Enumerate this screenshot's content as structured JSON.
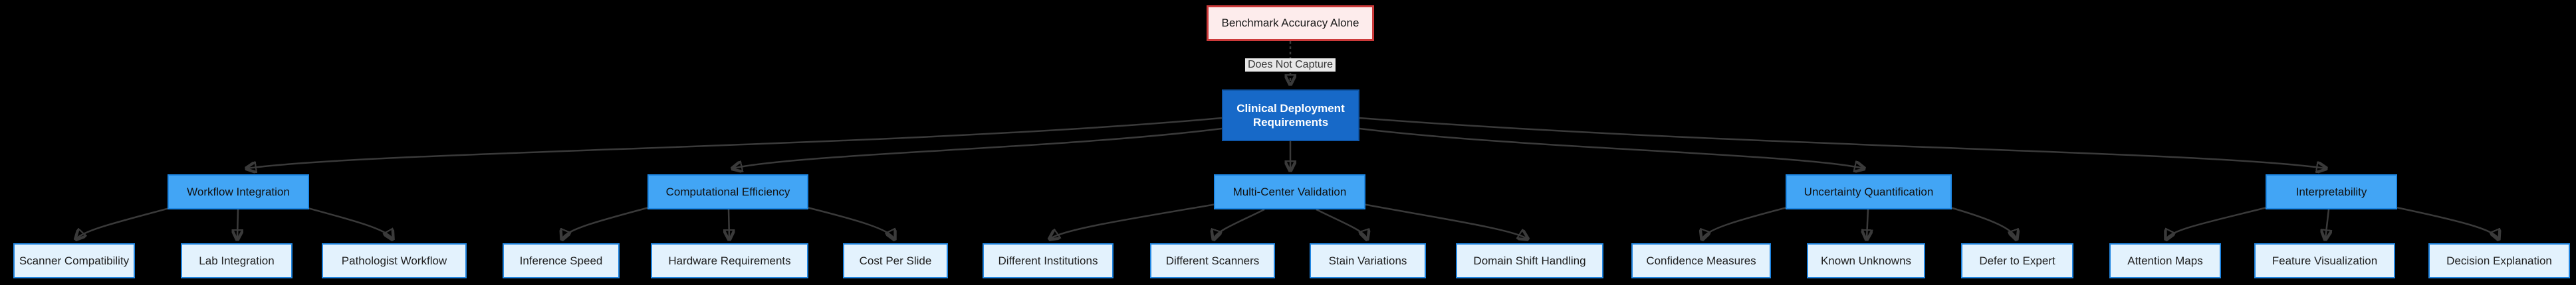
{
  "diagram": {
    "type": "flowchart-top-down",
    "title_node": "Benchmark Accuracy Alone",
    "edge_label": "Does Not Capture",
    "center_node": "Clinical Deployment Requirements",
    "categories": [
      {
        "label": "Workflow Integration"
      },
      {
        "label": "Computational Efficiency"
      },
      {
        "label": "Multi-Center Validation"
      },
      {
        "label": "Uncertainty Quantification"
      },
      {
        "label": "Interpretability"
      }
    ],
    "leaves": [
      {
        "label": "Scanner Compatibility",
        "parent": "Workflow Integration"
      },
      {
        "label": "Lab Integration",
        "parent": "Workflow Integration"
      },
      {
        "label": "Pathologist Workflow",
        "parent": "Workflow Integration"
      },
      {
        "label": "Inference Speed",
        "parent": "Computational Efficiency"
      },
      {
        "label": "Hardware Requirements",
        "parent": "Computational Efficiency"
      },
      {
        "label": "Cost Per Slide",
        "parent": "Computational Efficiency"
      },
      {
        "label": "Different Institutions",
        "parent": "Multi-Center Validation"
      },
      {
        "label": "Different Scanners",
        "parent": "Multi-Center Validation"
      },
      {
        "label": "Stain Variations",
        "parent": "Multi-Center Validation"
      },
      {
        "label": "Domain Shift Handling",
        "parent": "Multi-Center Validation"
      },
      {
        "label": "Confidence Measures",
        "parent": "Uncertainty Quantification"
      },
      {
        "label": "Known Unknowns",
        "parent": "Uncertainty Quantification"
      },
      {
        "label": "Defer to Expert",
        "parent": "Uncertainty Quantification"
      },
      {
        "label": "Attention Maps",
        "parent": "Interpretability"
      },
      {
        "label": "Feature Visualization",
        "parent": "Interpretability"
      },
      {
        "label": "Decision Explanation",
        "parent": "Interpretability"
      }
    ],
    "colors": {
      "background": "#000000",
      "root_fill": "#fdecec",
      "root_border": "#cc3a3a",
      "center_fill": "#1769c8",
      "center_border": "#0f56a8",
      "category_fill": "#42a5f5",
      "category_border": "#1e88e5",
      "leaf_fill": "#e3f2fd",
      "leaf_border": "#2185e0",
      "edge": "#3a3a3a",
      "edge_label_bg": "#e8e8e8"
    }
  }
}
